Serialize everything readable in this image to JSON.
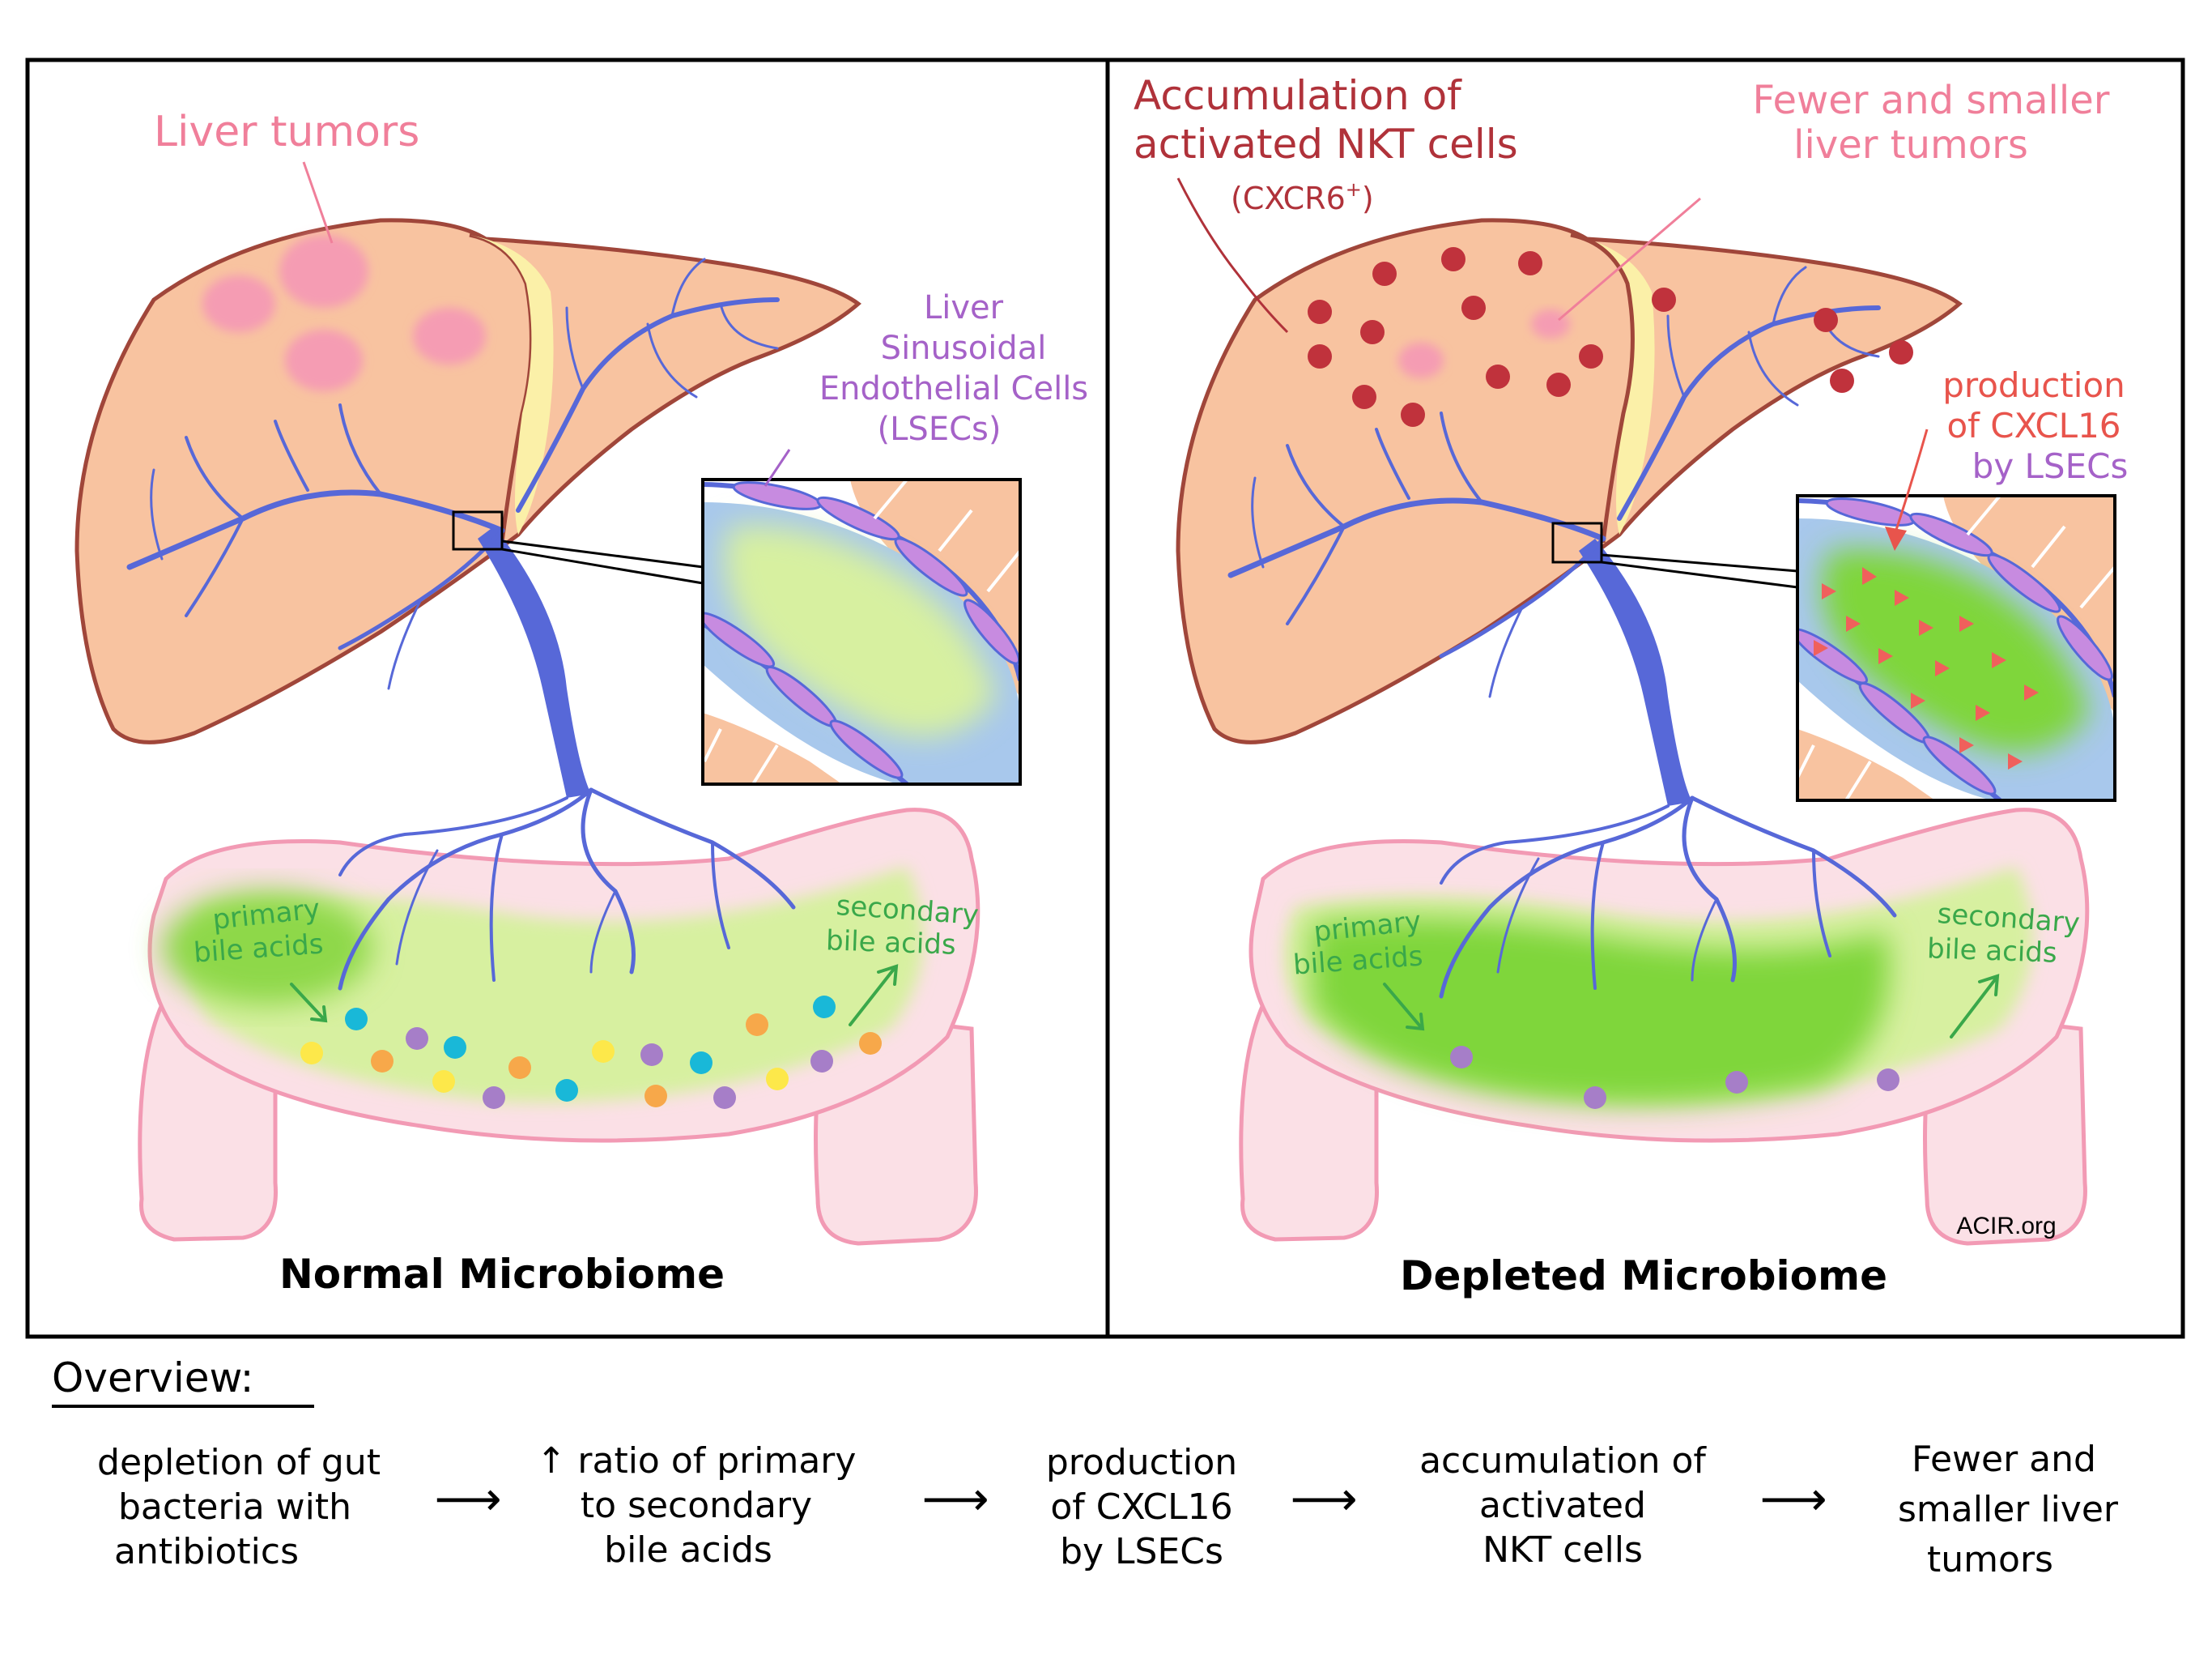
{
  "colors": {
    "liver_fill": "#f8c3a0",
    "liver_stroke": "#a0463a",
    "vessel": "#5768d8",
    "tumor": "#f59cb3",
    "nkt_cell": "#c0323c",
    "lsec": "#c78be0",
    "sinusoid": "#a8c8ec",
    "bile_light": "#d7f0a0",
    "bile_dark": "#7fd63b",
    "colon": "#fbe0e6",
    "colon_stroke": "#f29ab4",
    "cxcl16": "#f0605c",
    "label_pink": "#f07f9a",
    "label_red": "#b0323a",
    "label_purple": "#a562c8",
    "label_green": "#3aa84a",
    "label_coral": "#e8544c"
  },
  "panels": {
    "left": {
      "title": "Normal Microbiome",
      "tumor_label": "Liver tumors",
      "lsec_label": [
        "Liver",
        "Sinusoidal",
        "Endothelial Cells",
        "(LSECs)"
      ],
      "primary_label": [
        "primary",
        "bile acids"
      ],
      "secondary_label": [
        "secondary",
        "bile acids"
      ]
    },
    "right": {
      "title": "Depleted Microbiome",
      "nkt_label": [
        "Accumulation of",
        "activated NKT cells"
      ],
      "nkt_marker": "(CXCR6",
      "nkt_marker_sup": "+",
      "nkt_marker_close": ")",
      "tumor_label": [
        "Fewer and smaller",
        "liver tumors"
      ],
      "cxcl16_label": [
        "production",
        "of CXCL16"
      ],
      "cxcl16_by": "by LSECs",
      "primary_label": [
        "primary",
        "bile acids"
      ],
      "secondary_label": [
        "secondary",
        "bile acids"
      ],
      "credit": "ACIR.org"
    }
  },
  "overview": {
    "heading": "Overview:",
    "steps": [
      [
        "depletion of gut",
        "bacteria with",
        "antibiotics"
      ],
      [
        "↑ ratio of primary",
        "to secondary",
        "bile acids"
      ],
      [
        "production",
        "of CXCL16",
        "by LSECs"
      ],
      [
        "accumulation of",
        "activated",
        "NKT cells"
      ],
      [
        "Fewer and",
        "smaller liver",
        "tumors"
      ]
    ],
    "arrow": "⟶"
  }
}
